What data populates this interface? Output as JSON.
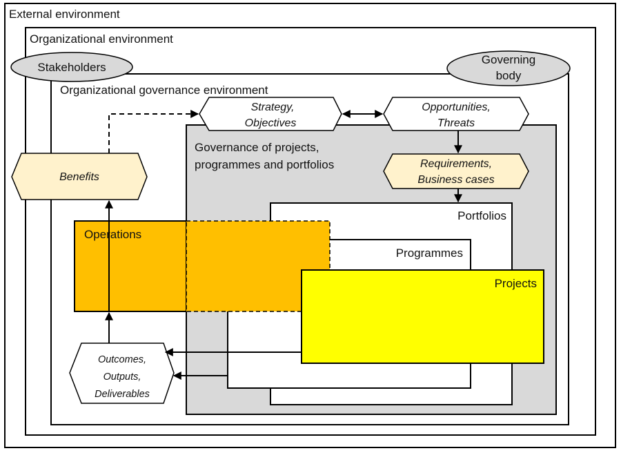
{
  "diagram": {
    "boxes": {
      "external_environment": "External environment",
      "organizational_environment": "Organizational environment",
      "organizational_governance_environment": "Organizational governance environment",
      "governance_ppp": [
        "Governance of projects,",
        "programmes and portfolios"
      ],
      "portfolios": "Portfolios",
      "programmes": "Programmes",
      "projects": "Projects",
      "operations": "Operations"
    },
    "ellipses": {
      "stakeholders": "Stakeholders",
      "governing_body": [
        "Governing",
        "body"
      ]
    },
    "hexagons": {
      "strategy": [
        "Strategy,",
        "Objectives"
      ],
      "opportunities": [
        "Opportunities,",
        "Threats"
      ],
      "requirements": [
        "Requirements,",
        "Business cases"
      ],
      "benefits": "Benefits",
      "outcomes": [
        "Outcomes,",
        "Outputs,",
        "Deliverables"
      ]
    },
    "colors": {
      "operations_fill": "#FFBF00",
      "projects_fill": "#FFFF00",
      "governance_fill": "#D9D9D9",
      "cream_fill": "#FFF2CC",
      "ellipse_fill": "#D9D9D9",
      "stroke": "#000000"
    }
  }
}
